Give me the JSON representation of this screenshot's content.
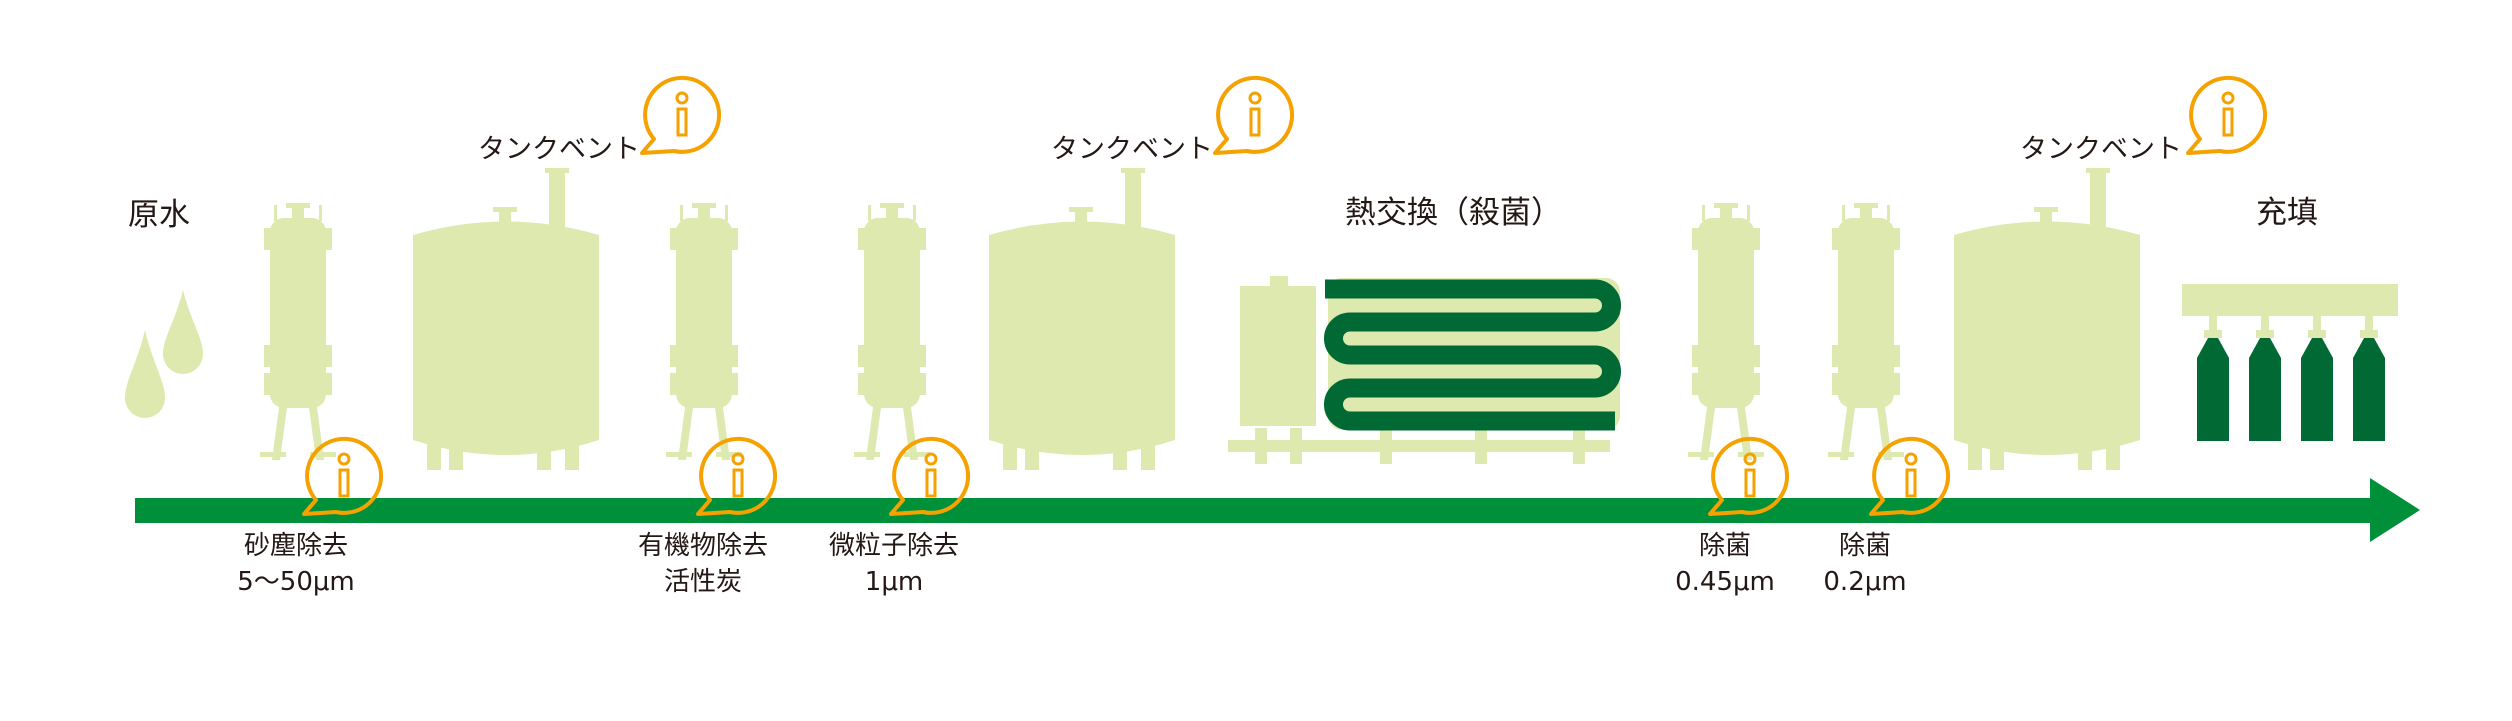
{
  "colors": {
    "equipment": "#dde9ae",
    "coil": "#006934",
    "arrow": "#009039",
    "info": "#f5a200",
    "text": "#231815"
  },
  "stages": {
    "raw_water": "原水",
    "heat_exchange": "熱交換（殺菌）",
    "filling": "充填"
  },
  "tank_vent_labels": [
    "タンクベント",
    "タンクベント",
    "タンクベント"
  ],
  "filters": [
    {
      "name": "砂塵除去",
      "spec": "5～50μm"
    },
    {
      "name": "有機物除去",
      "spec": "活性炭"
    },
    {
      "name": "微粒子除去",
      "spec": "1μm"
    },
    {
      "name": "除菌",
      "spec": "0.45μm"
    },
    {
      "name": "除菌",
      "spec": "0.2μm"
    }
  ],
  "icons": {
    "info": "info-bubble-icon"
  }
}
